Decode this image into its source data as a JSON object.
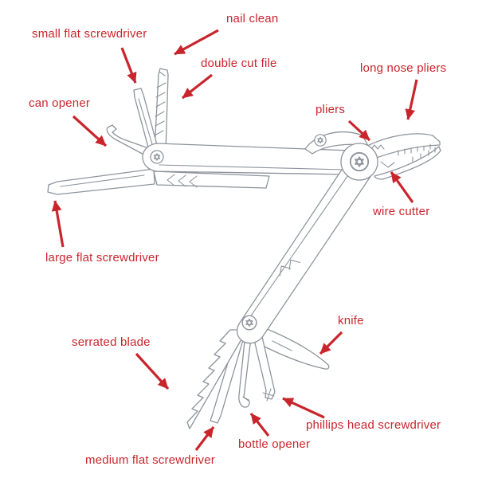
{
  "illustration": {
    "subject": "multi-tool-line-drawing"
  },
  "labels": [
    {
      "id": "nail-clean",
      "text": "nail clean"
    },
    {
      "id": "small-flat-screwdriver",
      "text": "small flat screwdriver"
    },
    {
      "id": "double-cut-file",
      "text": "double cut file"
    },
    {
      "id": "long-nose-pliers",
      "text": "long nose pliers"
    },
    {
      "id": "can-opener",
      "text": "can opener"
    },
    {
      "id": "pliers",
      "text": "pliers"
    },
    {
      "id": "wire-cutter",
      "text": "wire cutter"
    },
    {
      "id": "large-flat-screwdriver",
      "text": "large flat screwdriver"
    },
    {
      "id": "serrated-blade",
      "text": "serrated blade"
    },
    {
      "id": "knife",
      "text": "knife"
    },
    {
      "id": "phillips-head-screwdriver",
      "text": "phillips head screwdriver"
    },
    {
      "id": "bottle-opener",
      "text": "bottle opener"
    },
    {
      "id": "medium-flat-screwdriver",
      "text": "medium flat screwdriver"
    }
  ],
  "colors": {
    "accent_red": "#c9252d",
    "line_gray": "#8e949c",
    "background": "#ffffff"
  }
}
